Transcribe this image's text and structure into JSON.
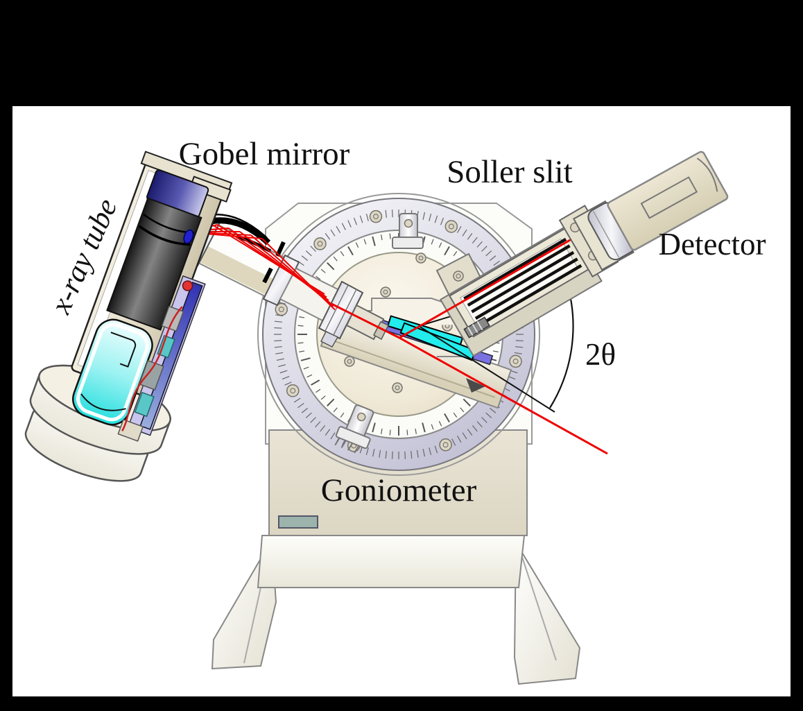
{
  "scene": {
    "description": "X-ray diffractometer schematic with goniometer, tube, mirror, soller slit and detector",
    "background": "#000000",
    "canvas": "#ffffff"
  },
  "labels": {
    "xray_tube": "x-ray tube",
    "gobel_mirror": "Gobel mirror",
    "soller_slit": "Soller slit",
    "detector": "Detector",
    "goniometer": "Goniometer",
    "two_theta": "2θ"
  },
  "colors": {
    "beam_red": "#ee0000",
    "machine_beige": "#e8e3d3",
    "ring_lavender": "#cdccdc",
    "sample_cyan": "#22ecec",
    "sample_holder_blue": "#7a72e0",
    "glass_cyan": "#7ef0f0",
    "tube_cap_blue": "#3a3a9a",
    "button_teal": "#9cb4ac",
    "label_color": "#111111"
  }
}
